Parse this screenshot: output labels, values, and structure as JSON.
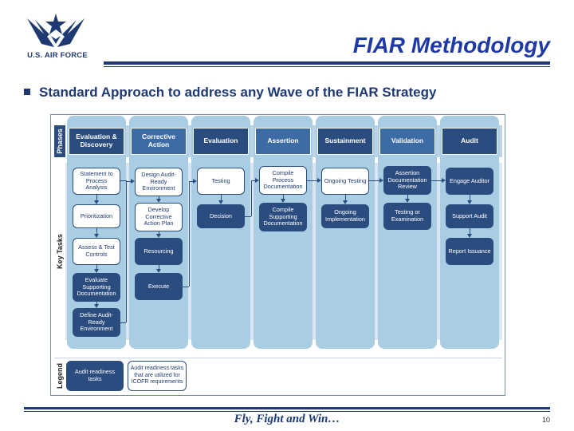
{
  "header": {
    "logo_text": "U.S. AIR FORCE",
    "title": "FIAR Methodology"
  },
  "subtitle": "Standard Approach to address any Wave of the FIAR Strategy",
  "labels": {
    "phases": "Phases",
    "key_tasks": "Key Tasks",
    "legend": "Legend"
  },
  "phases": [
    "Evaluation & Discovery",
    "Corrective Action",
    "Evaluation",
    "Assertion",
    "Sustainment",
    "Validation",
    "Audit"
  ],
  "tasks": {
    "eval_discovery": [
      "Statement to Process Analysis",
      "Prioritization",
      "Assess & Test Controls",
      "Evaluate Supporting Documentation",
      "Define Audit-Ready Environment"
    ],
    "corrective_action": [
      "Design Audit-Ready Environment",
      "Develop Corrective Action Plan",
      "Resourcing",
      "Execute"
    ],
    "evaluation": [
      "Testing",
      "Decision"
    ],
    "assertion": [
      "Compile Process Documentation",
      "Compile Supporting Documentation"
    ],
    "sustainment": [
      "Ongoing Testing",
      "Ongoing Implementation"
    ],
    "validation": [
      "Assertion Documentation Review",
      "Testing or Examination"
    ],
    "audit": [
      "Engage Auditor",
      "Support Audit",
      "Report Issuance"
    ]
  },
  "legend": {
    "dark": "Audit readiness tasks",
    "white": "Audit readiness tasks that are utilized for ICOFR requirements"
  },
  "footer": {
    "motto": "Fly, Fight and Win…",
    "page": "10"
  },
  "colors": {
    "navy": "#2b4c7e",
    "title_blue": "#1f3aa8",
    "column_blue": "#a9cde3"
  }
}
